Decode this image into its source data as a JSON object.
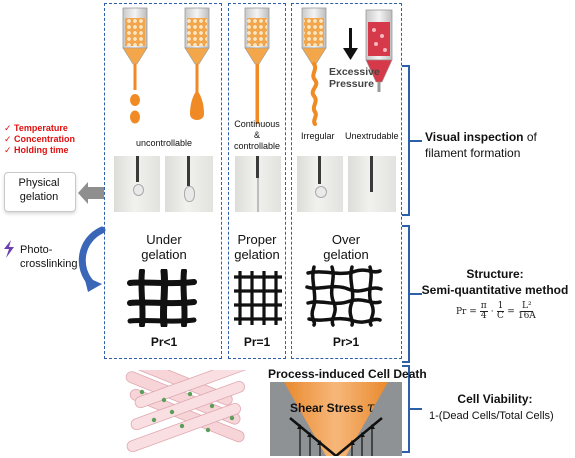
{
  "extrusion": {
    "labels": [
      "uncontrollable",
      "Continuous\n&\ncontrollable",
      "Irregular",
      "Unextrudable"
    ],
    "pressure_label": "Excessive\nPressure"
  },
  "factors": [
    "Temperature",
    "Concentration",
    "Holding time"
  ],
  "physical_gelation": "Physical\ngelation",
  "photo_crosslinking": "Photo-\ncrosslinking",
  "gelation_states": [
    {
      "title": "Under\ngelation",
      "pr": "Pr<1"
    },
    {
      "title": "Proper\ngelation",
      "pr": "Pr=1"
    },
    {
      "title": "Over\ngelation",
      "pr": "Pr>1"
    }
  ],
  "visual_inspection": {
    "bold": "Visual inspection",
    "rest": " of",
    "line2": "filament formation"
  },
  "structure": {
    "title": "Structure:",
    "method": "Semi-quantitative method",
    "formula": {
      "lhs": "Pr =",
      "pi": "π",
      "four": "4",
      "dot": "·",
      "one": "1",
      "c": "C",
      "eq": "=",
      "l2": "L²",
      "den": "16A"
    }
  },
  "cell_death_title": "Process-induced Cell Death",
  "shear_stress": "Shear Stress",
  "tau": "τ",
  "cell_viability": {
    "title": "Cell Viability:",
    "formula": "1-(Dead Cells/Total Cells)"
  },
  "colors": {
    "dashed_border": "#2e5fa8",
    "bracket": "#2e5fa8",
    "gel_orange": "#f08a24",
    "red_text": "#e01010",
    "pressure_red": "#d63a4a"
  }
}
